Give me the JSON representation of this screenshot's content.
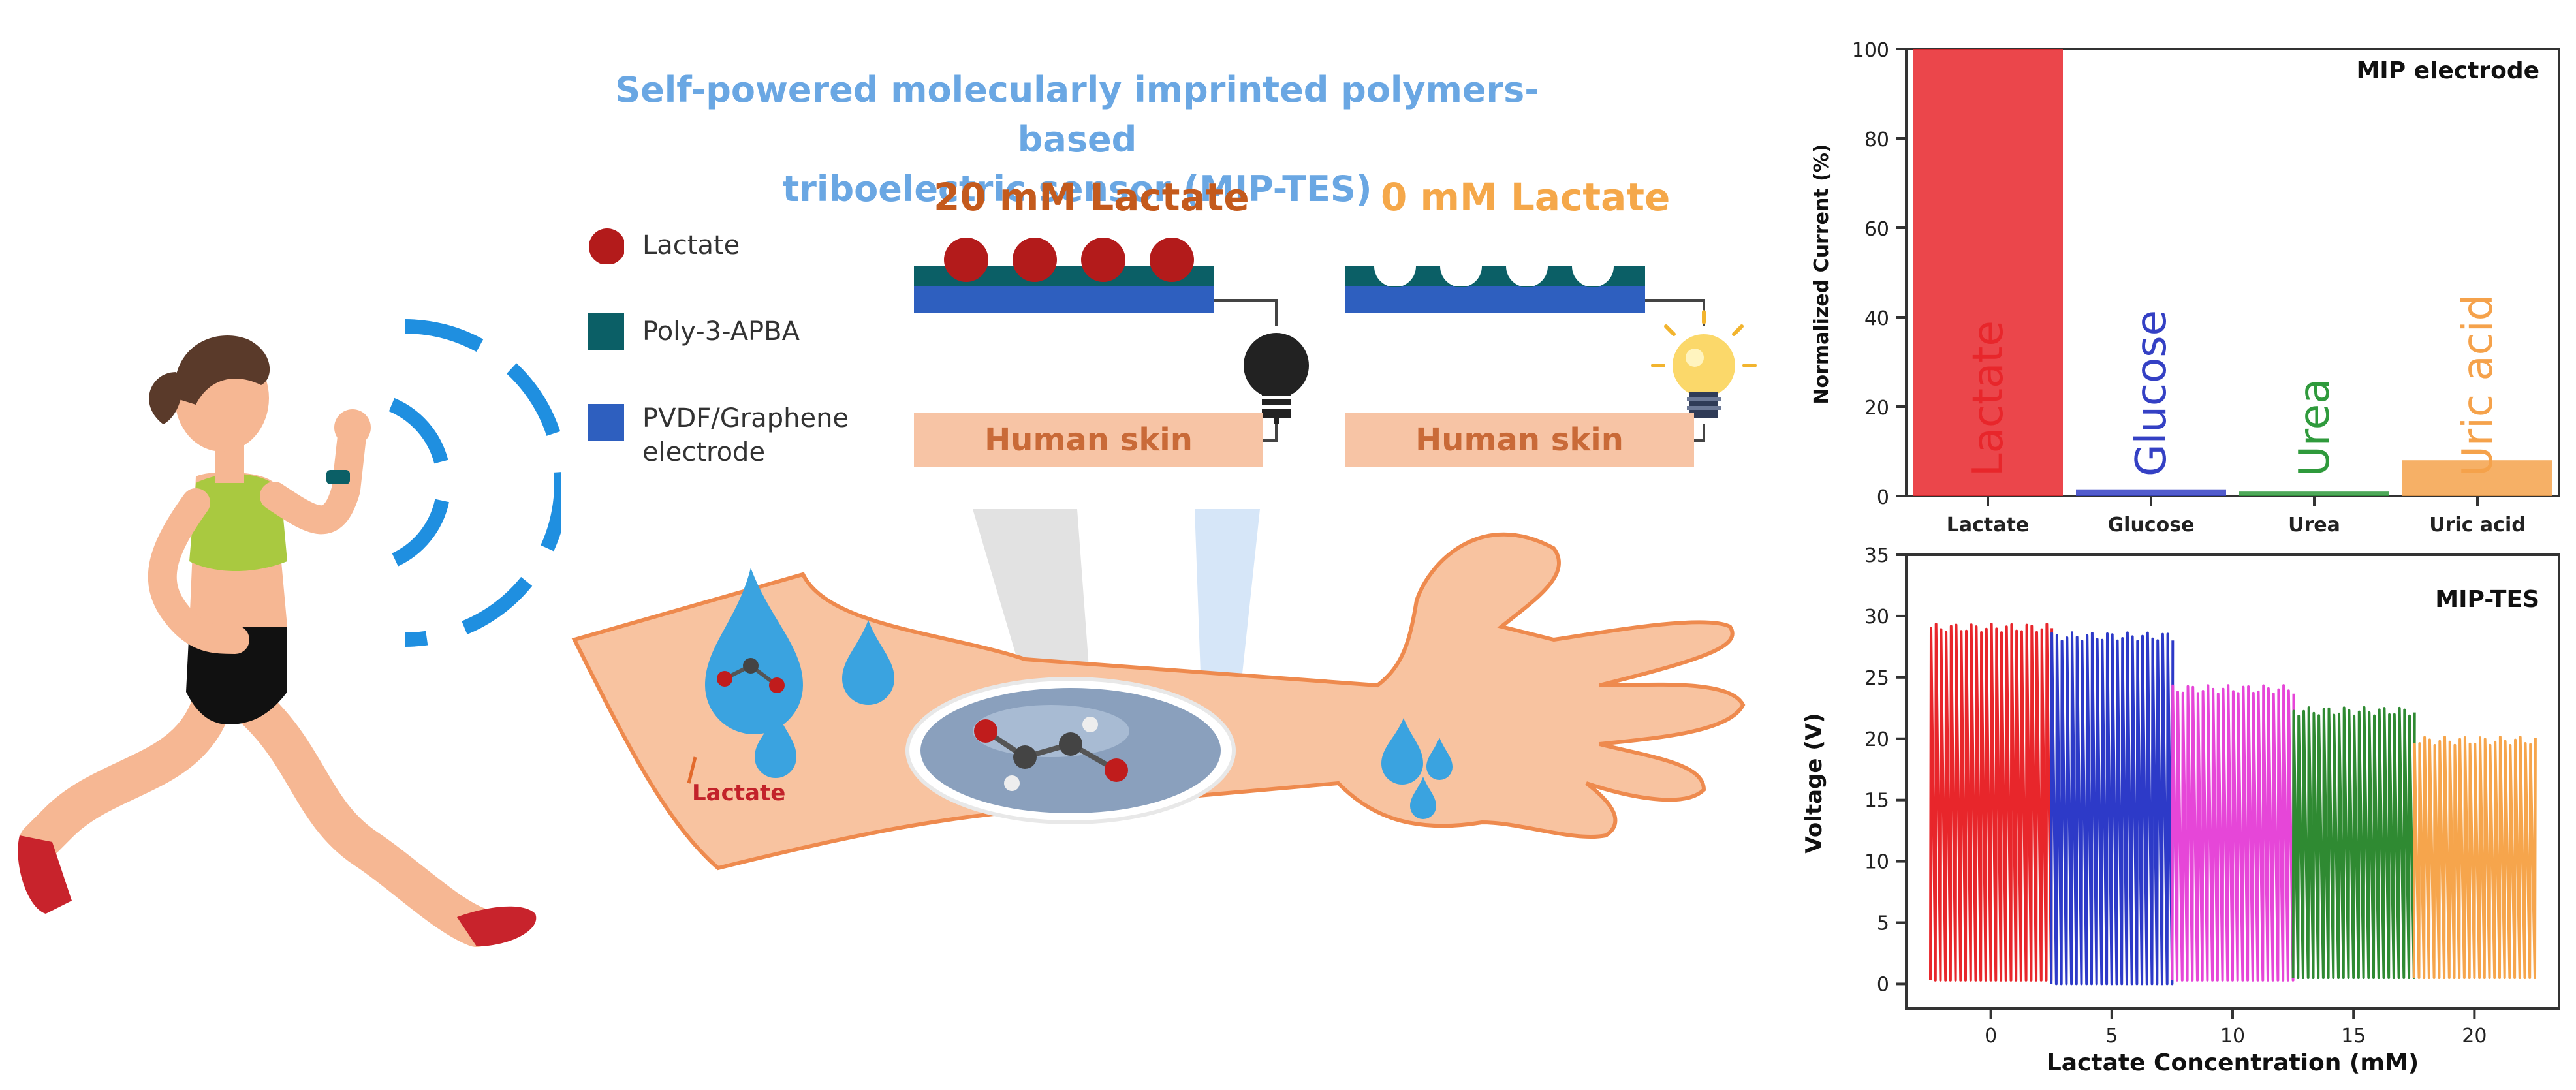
{
  "title": {
    "line1": "Self-powered molecularly imprinted polymers-based",
    "line2": "triboelectric sensor (MIP-TES)"
  },
  "legend": [
    {
      "label": "Lactate",
      "color": "#b31b1b"
    },
    {
      "label": "Poly-3-APBA",
      "color": "#0b5f66"
    },
    {
      "label": "PVDF/Graphene",
      "label2": "electrode",
      "color": "#2e5fbf"
    }
  ],
  "states": [
    {
      "title": "20 mM Lactate",
      "color": "#c45a1c",
      "skin_label": "Human skin",
      "bulb": "off"
    },
    {
      "title": "0 mM Lactate",
      "color": "#f5a84a",
      "skin_label": "Human skin",
      "bulb": "on"
    }
  ],
  "arm_label": "Lactate",
  "colors": {
    "skin": "#f8c3a0",
    "skin_outline": "#ee8a4e",
    "skin_box": "#f7c4a5",
    "drop": "#3aa3e0"
  },
  "icons": [
    "runner-illustration",
    "wireless-signal-icon",
    "light-bulb-off-icon",
    "light-bulb-on-icon",
    "sweat-drop-icon",
    "molecule-icon"
  ],
  "chart_data": [
    {
      "type": "bar",
      "title": "MIP electrode",
      "ylabel": "Normalized Current (%)",
      "xlabel": "",
      "categories": [
        "Lactate",
        "Glucose",
        "Urea",
        "Uric acid"
      ],
      "values": [
        100,
        1.5,
        1,
        8
      ],
      "colors": [
        "#e8262b",
        "#3440c4",
        "#2f9a3c",
        "#f5a24b"
      ],
      "ylim": [
        0,
        100
      ],
      "yticks": [
        0,
        20,
        40,
        60,
        80,
        100
      ],
      "legend": "top-right"
    },
    {
      "type": "line",
      "title": "MIP-TES",
      "xlabel": "Lactate Concentration (mM)",
      "ylabel": "Voltage (V)",
      "xlim": [
        -3.5,
        23.5
      ],
      "ylim": [
        -2,
        35
      ],
      "xticks": [
        0,
        5,
        10,
        15,
        20
      ],
      "yticks": [
        0,
        5,
        10,
        15,
        20,
        25,
        30,
        35
      ],
      "series": [
        {
          "name": "0 mM",
          "x_start": -2.5,
          "x_end": 2.5,
          "peak": 29,
          "low": 0.3,
          "color": "#e8262b"
        },
        {
          "name": "5 mM",
          "x_start": 2.5,
          "x_end": 7.5,
          "peak": 28.3,
          "low": 0,
          "color": "#2d3ac8"
        },
        {
          "name": "10 mM",
          "x_start": 7.5,
          "x_end": 12.5,
          "peak": 24,
          "low": 0.3,
          "color": "#e646d8"
        },
        {
          "name": "15 mM",
          "x_start": 12.5,
          "x_end": 17.5,
          "peak": 22.2,
          "low": 0.5,
          "color": "#2f8a32"
        },
        {
          "name": "20 mM",
          "x_start": 17.5,
          "x_end": 22.5,
          "peak": 19.8,
          "low": 0.5,
          "color": "#f6a54c"
        }
      ]
    }
  ]
}
